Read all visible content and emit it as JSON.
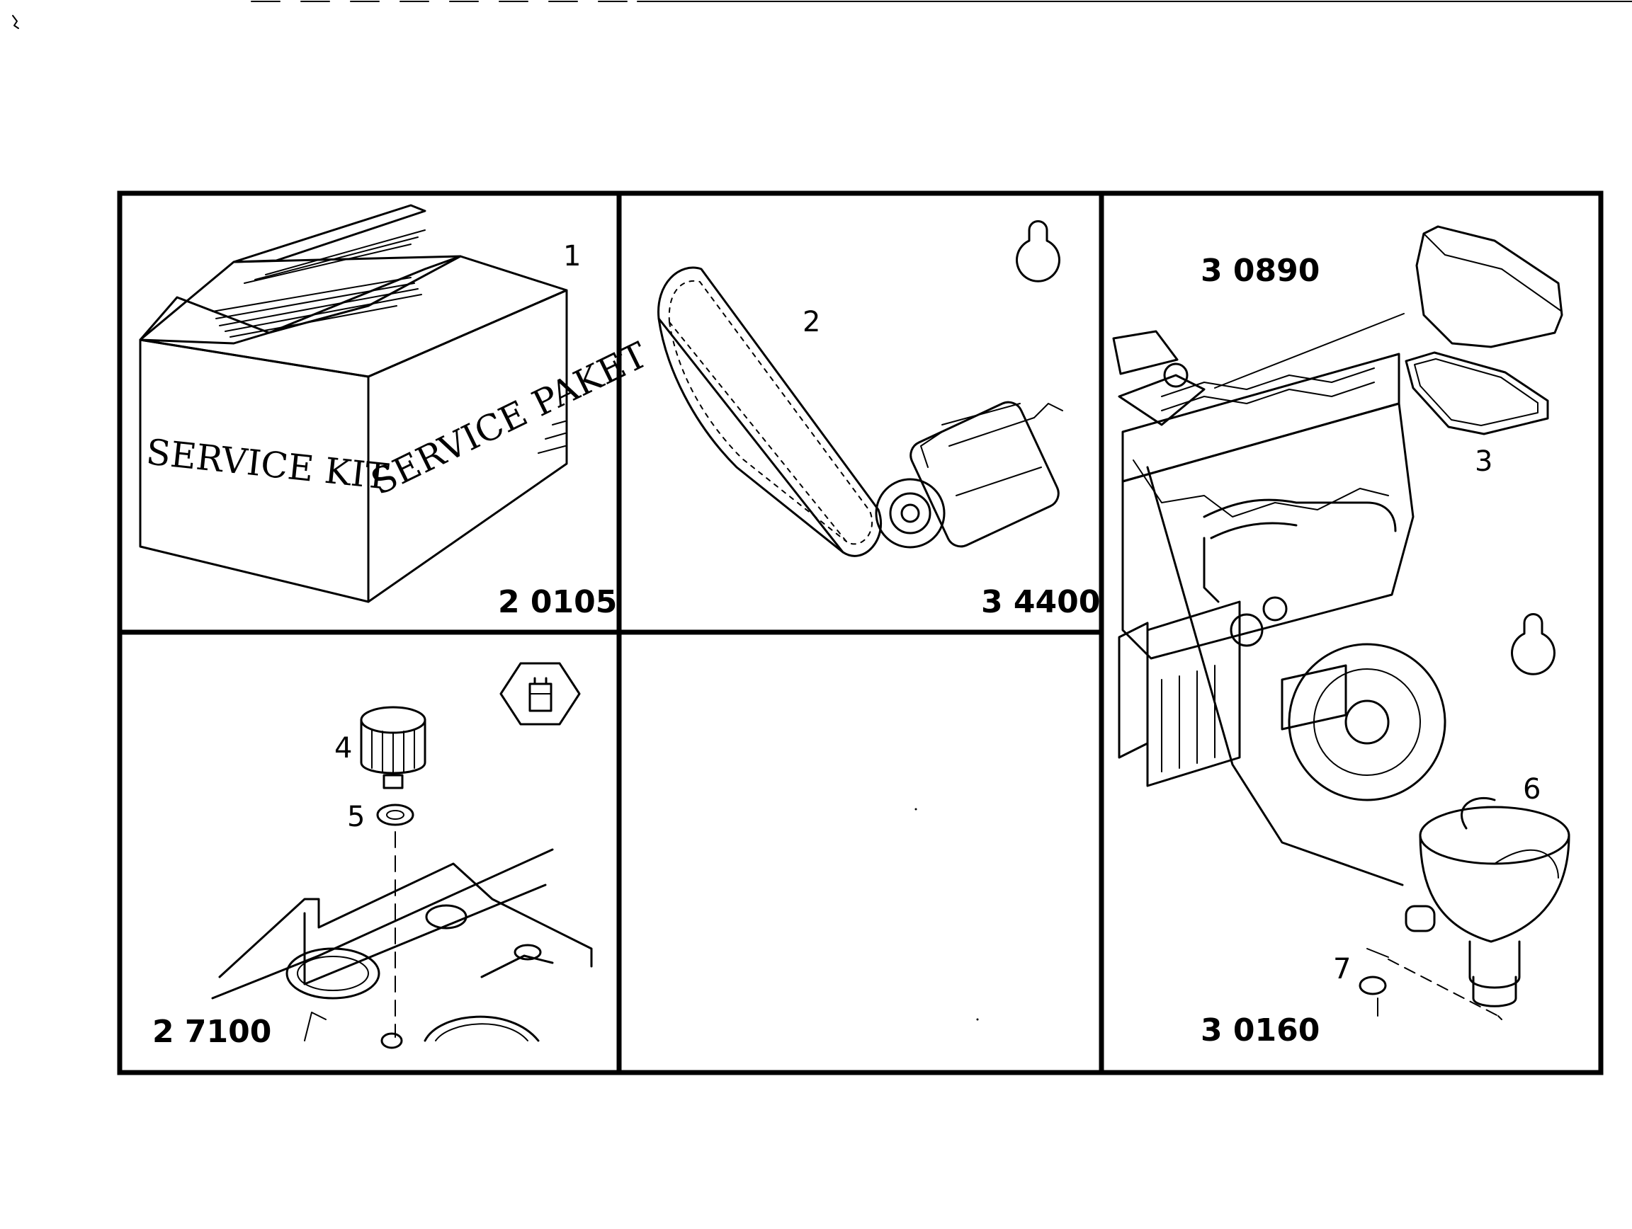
{
  "panels": [
    {
      "id": "service-kit",
      "part_code": "2 0105",
      "callouts": [
        "1"
      ],
      "box_text": [
        "SERVICE KIT",
        "SERVICE PAKET"
      ]
    },
    {
      "id": "belt-alternator",
      "part_code": "3 4400",
      "callouts": [
        "2"
      ]
    },
    {
      "id": "cylinder-head-cover",
      "part_code": "3 0890",
      "callouts": [
        "3"
      ]
    },
    {
      "id": "oil-filler-cap",
      "part_code": "2 7100",
      "callouts": [
        "4",
        "5"
      ]
    },
    {
      "id": "blank",
      "part_code": "",
      "callouts": []
    },
    {
      "id": "air-filter",
      "part_code": "3 0160",
      "callouts": [
        "6",
        "7"
      ]
    }
  ],
  "icons": [
    "time-interval-icon",
    "time-interval-icon",
    "oil-can-hex-icon"
  ]
}
